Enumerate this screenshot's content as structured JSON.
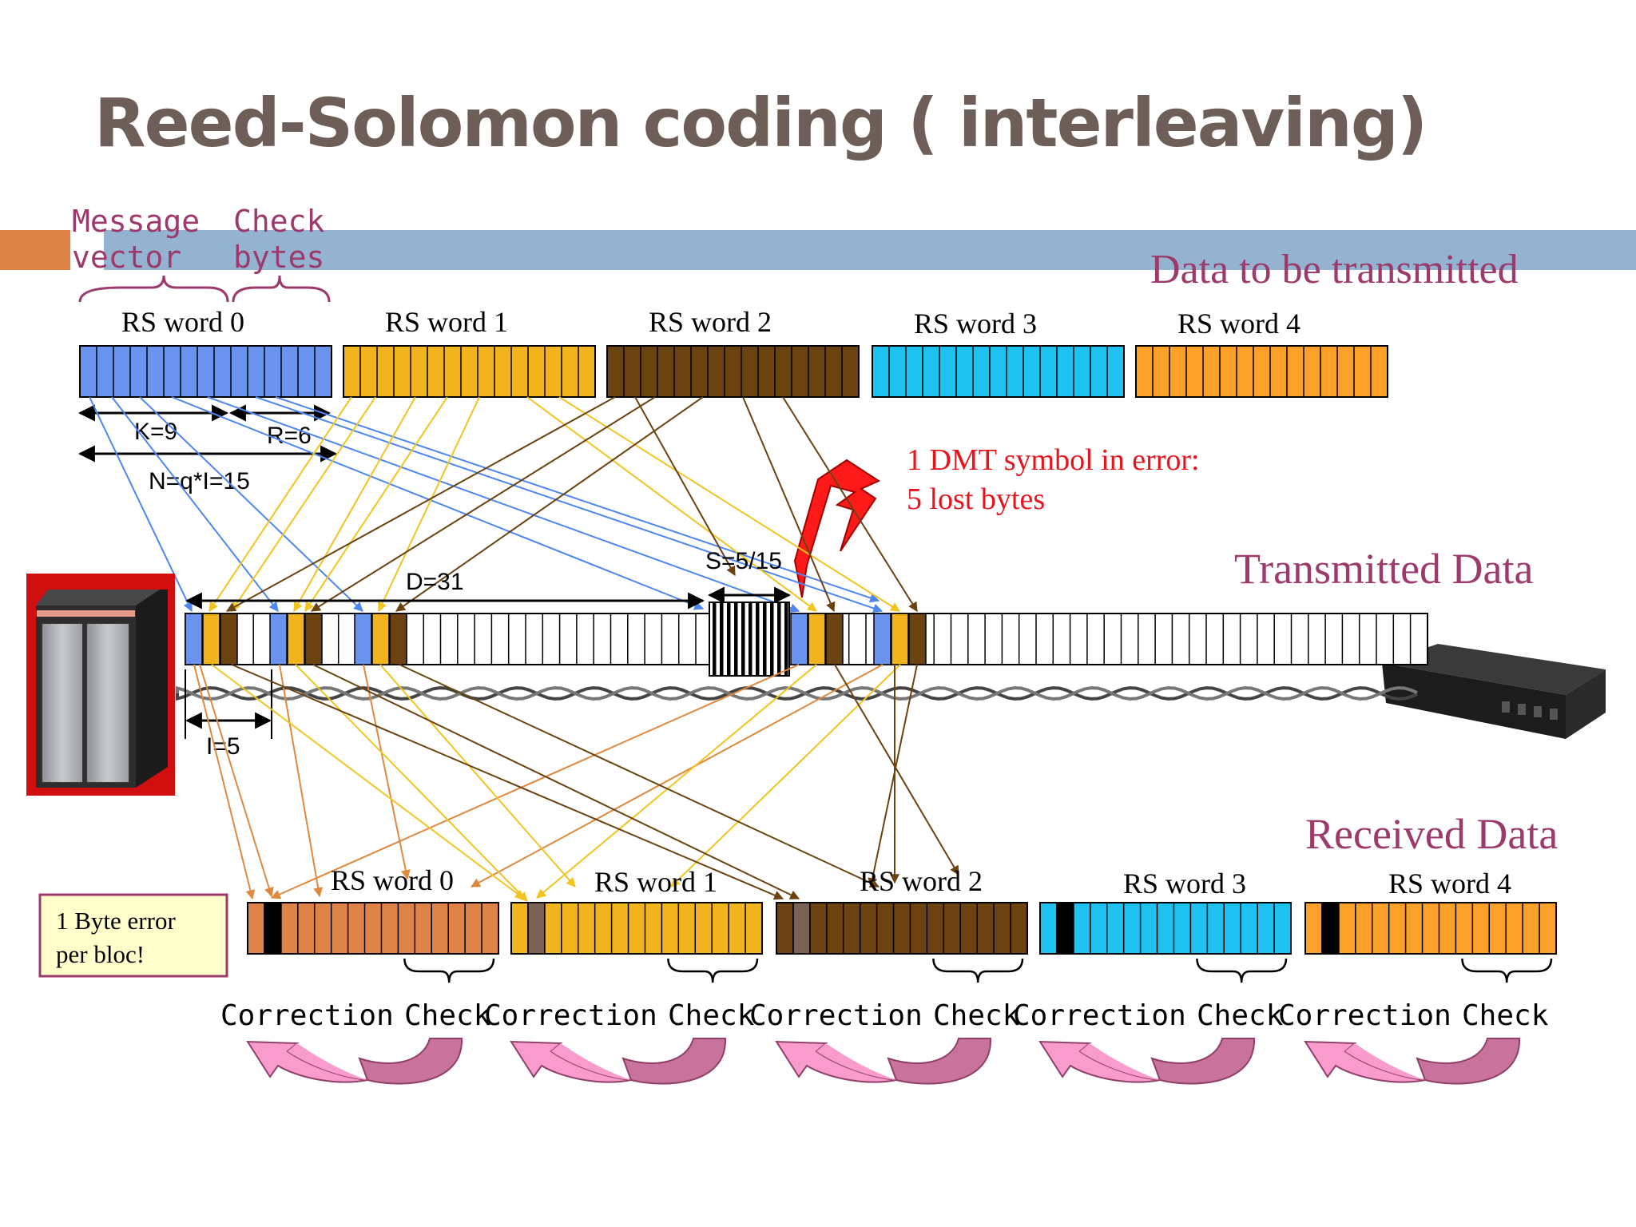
{
  "slide_title": "Reed-Solomon coding ( interleaving)",
  "annotations": {
    "message_vector": [
      "Message",
      "vector"
    ],
    "check_bytes": [
      "Check",
      "bytes"
    ],
    "data_to_transmit": "Data to be transmitted",
    "transmitted_data": "Transmitted Data",
    "received_data": "Received Data",
    "error_note": [
      "1 DMT symbol in error:",
      "5 lost bytes"
    ],
    "byte_error_box": [
      "1 Byte error",
      "per bloc!"
    ]
  },
  "parameters": {
    "k_label": "K=9",
    "r_label": "R=6",
    "n_label": "N=q*I=15",
    "d_label": "D=31",
    "s_label": "S=5/15",
    "i_label": "I=5"
  },
  "rs_words_top": [
    {
      "label": "RS word 0",
      "color": "#6a93f0",
      "cells": 15
    },
    {
      "label": "RS word 1",
      "color": "#f2b41e",
      "cells": 15
    },
    {
      "label": "RS word 2",
      "color": "#6b4210",
      "cells": 15
    },
    {
      "label": "RS word 3",
      "color": "#1ec1ef",
      "cells": 15
    },
    {
      "label": "RS word 4",
      "color": "#fba028",
      "cells": 15
    }
  ],
  "rs_words_bottom": [
    {
      "label": "RS word 0",
      "color": "#df8448",
      "error_color": "#000000"
    },
    {
      "label": "RS word 1",
      "color": "#f2b41e",
      "error_color": "#7a6156"
    },
    {
      "label": "RS word 2",
      "color": "#6b4210",
      "error_color": "#7a6156"
    },
    {
      "label": "RS word 3",
      "color": "#1ec1ef",
      "error_color": "#000000"
    },
    {
      "label": "RS word 4",
      "color": "#fba028",
      "error_color": "#000000"
    }
  ],
  "correction_pairs": [
    {
      "correction": "Correction",
      "check": "Check"
    },
    {
      "correction": "Correction",
      "check": "Check"
    },
    {
      "correction": "Correction",
      "check": "Check"
    },
    {
      "correction": "Correction",
      "check": "Check"
    },
    {
      "correction": "Correction",
      "check": "Check"
    }
  ],
  "colors": {
    "title": "#6d5e57",
    "purple_text": "#9b3a6b",
    "error_text": "#e8141c",
    "header_bar_blue": "#94b3d1",
    "header_bar_orange": "#dd8348",
    "lightning": "#ff1a1a",
    "pink_arrow_light": "#f99ccd",
    "pink_arrow_dark": "#c9729c",
    "note_box_fill": "#ffffcc",
    "note_box_border": "#9b3a6b"
  },
  "icons": {
    "left_device": "dslam-cabinet-icon",
    "right_device": "modem-icon",
    "lightning": "lightning-icon"
  }
}
